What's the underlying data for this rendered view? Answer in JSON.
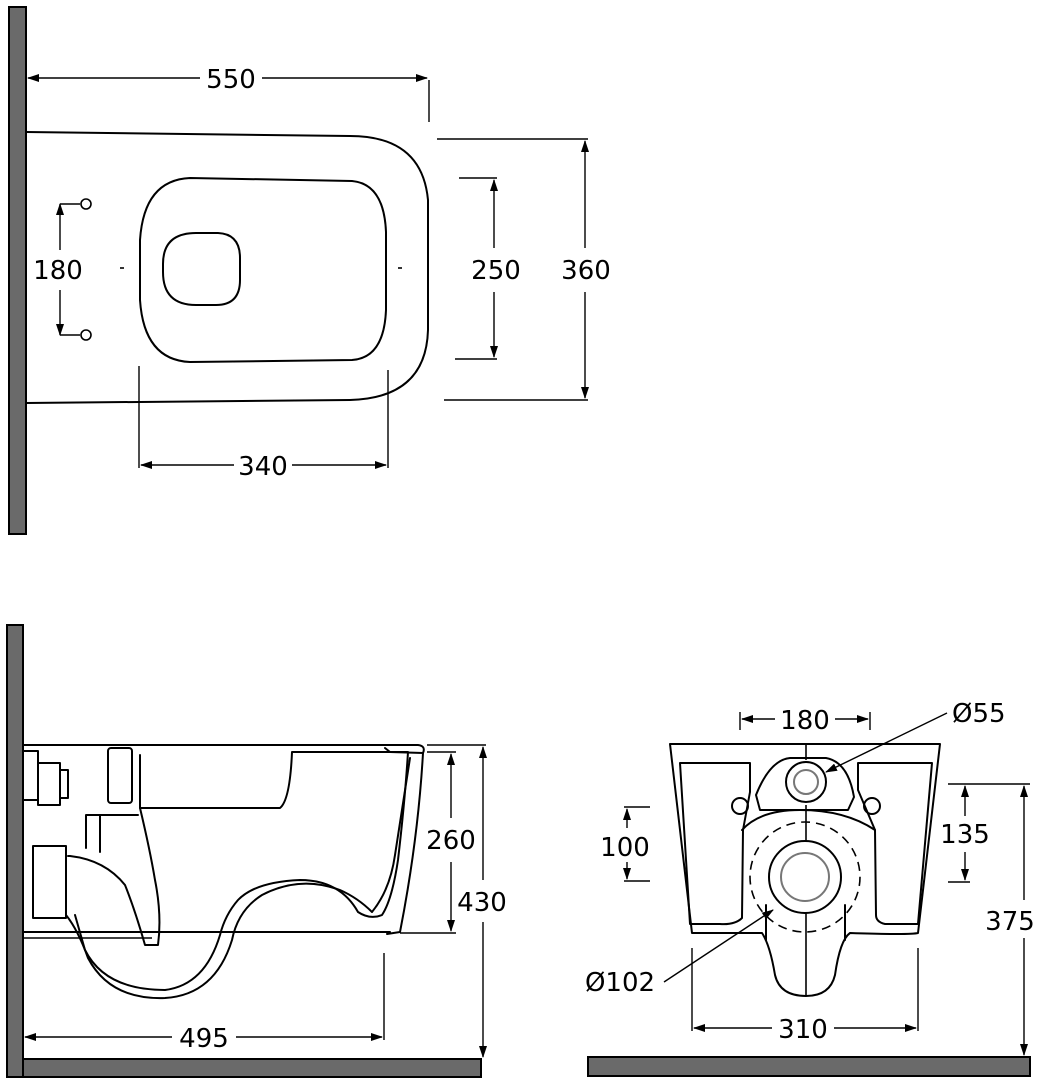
{
  "top_view": {
    "overall_length": "550",
    "overall_width": "360",
    "seat_width": "250",
    "fixing_spacing": "180",
    "seat_length": "340"
  },
  "side_view": {
    "bowl_height": "260",
    "total_height": "430",
    "projection": "495"
  },
  "rear_view": {
    "fixing_spacing": "180",
    "inlet_diameter": "Ø55",
    "outlet_diameter": "Ø102",
    "fixing_height": "100",
    "inlet_height": "135",
    "total_height": "375",
    "width": "310"
  }
}
